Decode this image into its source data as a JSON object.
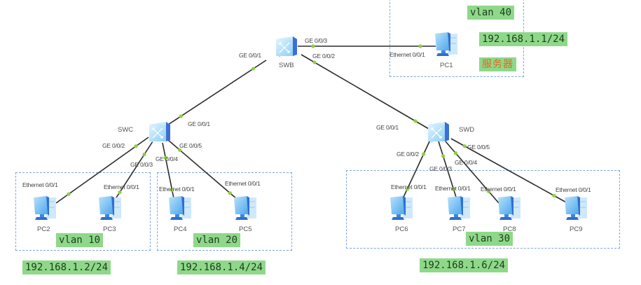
{
  "colors": {
    "link": "#2b2b2b",
    "port_dot": "#8cd13a",
    "vlan_box_border": "#7ea6df",
    "tag_bg": "#8fd88a",
    "tag_text": "#1a3d1a",
    "server_text": "#e06a1a"
  },
  "switches": [
    {
      "id": "SWB",
      "label": "SWB",
      "icon": "switch-icon"
    },
    {
      "id": "SWC",
      "label": "SWC",
      "icon": "switch-icon"
    },
    {
      "id": "SWD",
      "label": "SWD",
      "icon": "switch-icon"
    }
  ],
  "pcs": [
    {
      "id": "PC1",
      "label": "PC1",
      "port": "Ethernet 0/0/1",
      "icon": "pc-icon"
    },
    {
      "id": "PC2",
      "label": "PC2",
      "port": "Ethernet 0/0/1",
      "icon": "pc-icon"
    },
    {
      "id": "PC3",
      "label": "PC3",
      "port": "Ethernet 0/0/1",
      "icon": "pc-icon"
    },
    {
      "id": "PC4",
      "label": "PC4",
      "port": "Ethernet 0/0/1",
      "icon": "pc-icon"
    },
    {
      "id": "PC5",
      "label": "PC5",
      "port": "Ethernet 0/0/1",
      "icon": "pc-icon"
    },
    {
      "id": "PC6",
      "label": "PC6",
      "port": "Ethernet 0/0/1",
      "icon": "pc-icon"
    },
    {
      "id": "PC7",
      "label": "PC7",
      "port": "Ethernet 0/0/1",
      "icon": "pc-icon"
    },
    {
      "id": "PC8",
      "label": "PC8",
      "port": "Ethernet 0/0/1",
      "icon": "pc-icon"
    },
    {
      "id": "PC9",
      "label": "PC9",
      "port": "Ethernet 0/0/1",
      "icon": "pc-icon"
    }
  ],
  "links": [
    {
      "from": "SWB",
      "from_port": "GE 0/0/1",
      "to": "SWC",
      "to_port": "GE 0/0/1"
    },
    {
      "from": "SWB",
      "from_port": "GE 0/0/2",
      "to": "SWD",
      "to_port": "GE 0/0/1"
    },
    {
      "from": "SWB",
      "from_port": "GE 0/0/3",
      "to": "PC1",
      "to_port": "Ethernet 0/0/1"
    },
    {
      "from": "SWC",
      "from_port": "GE 0/0/2",
      "to": "PC2",
      "to_port": "Ethernet 0/0/1"
    },
    {
      "from": "SWC",
      "from_port": "GE 0/0/3",
      "to": "PC3",
      "to_port": "Ethernet 0/0/1"
    },
    {
      "from": "SWC",
      "from_port": "GE 0/0/4",
      "to": "PC4",
      "to_port": "Ethernet 0/0/1"
    },
    {
      "from": "SWC",
      "from_port": "GE 0/0/5",
      "to": "PC5",
      "to_port": "Ethernet 0/0/1"
    },
    {
      "from": "SWD",
      "from_port": "GE 0/0/2",
      "to": "PC6",
      "to_port": "Ethernet 0/0/1"
    },
    {
      "from": "SWD",
      "from_port": "GE 0/0/3",
      "to": "PC7",
      "to_port": "Ethernet 0/0/1"
    },
    {
      "from": "SWD",
      "from_port": "GE 0/0/4",
      "to": "PC8",
      "to_port": "Ethernet 0/0/1"
    },
    {
      "from": "SWD",
      "from_port": "GE 0/0/5",
      "to": "PC9",
      "to_port": "Ethernet 0/0/1"
    }
  ],
  "vlans": [
    {
      "id": "vlan10",
      "label": "vlan 10",
      "members": [
        "PC2",
        "PC3"
      ],
      "ip": "192.168.1.2/24"
    },
    {
      "id": "vlan20",
      "label": "vlan 20",
      "members": [
        "PC4",
        "PC5"
      ],
      "ip": "192.168.1.4/24"
    },
    {
      "id": "vlan30",
      "label": "vlan 30",
      "members": [
        "PC6",
        "PC7",
        "PC8",
        "PC9"
      ],
      "ip": "192.168.1.6/24"
    },
    {
      "id": "vlan40",
      "label": "vlan 40",
      "members": [
        "PC1"
      ],
      "ip": "192.168.1.1/24",
      "note": "服务器"
    }
  ]
}
